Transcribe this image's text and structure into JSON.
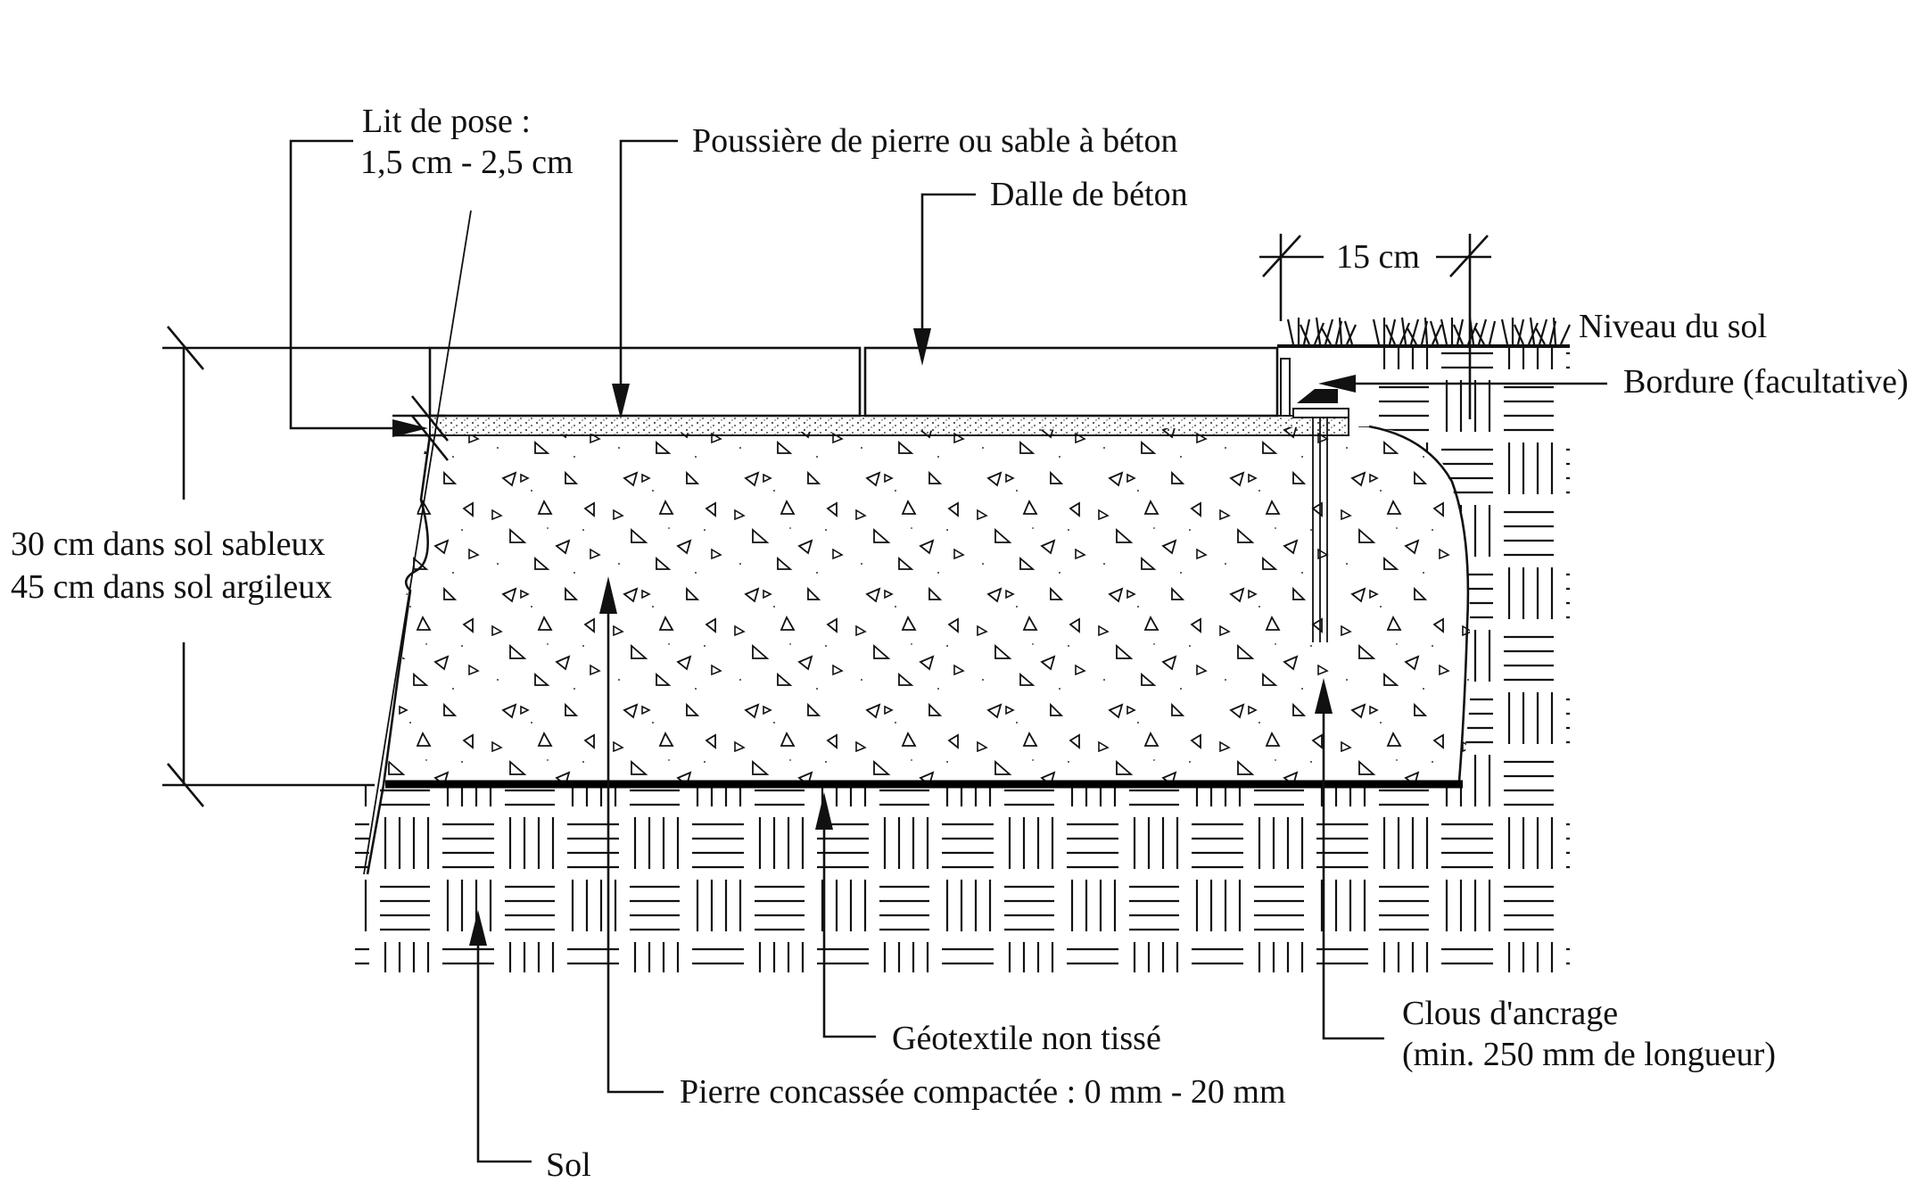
{
  "labels": {
    "lit_de_pose_line1": "Lit de pose :",
    "lit_de_pose_line2": "1,5 cm - 2,5 cm",
    "poussiere": "Poussière de pierre ou sable à béton",
    "dalle": "Dalle de béton",
    "dim_15": "15 cm",
    "niveau_sol": "Niveau du sol",
    "bordure": "Bordure (facultative)",
    "depth_line1": "30 cm dans sol sableux",
    "depth_line2": "45 cm dans sol argileux",
    "geotextile": "Géotextile non tissé",
    "pierre_concassee": "Pierre concassée compactée : 0 mm - 20 mm",
    "sol": "Sol",
    "clous_line1": "Clous d'ancrage",
    "clous_line2": "(min. 250 mm de longueur)"
  },
  "icons": {
    "grass": "grass-tuft-icon",
    "arrow": "arrowhead-icon"
  },
  "colors": {
    "ink": "#111111",
    "paper": "#ffffff"
  }
}
